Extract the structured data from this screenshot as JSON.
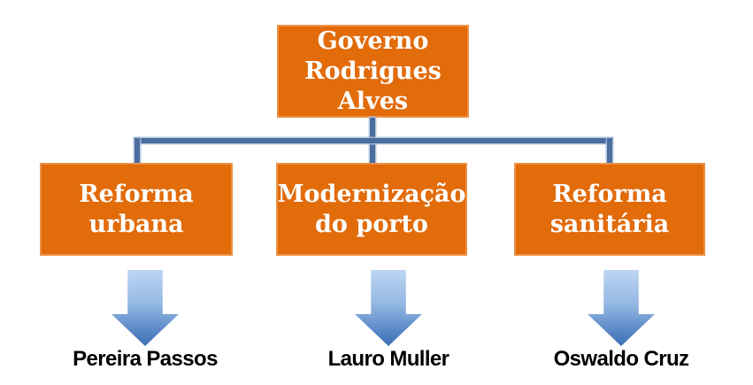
{
  "diagram": {
    "root": {
      "label": "Governo\nRodrigues\nAlves"
    },
    "branches": [
      {
        "label": "Reforma\nurbana",
        "person": "Pereira Passos"
      },
      {
        "label": "Modernização\ndo porto",
        "person": "Lauro Muller"
      },
      {
        "label": "Reforma\nsanitária",
        "person": "Oswaldo Cruz"
      }
    ],
    "colors": {
      "box_fill": "#e26b0a",
      "box_border": "#ec9247",
      "box_text": "#ffffff",
      "connector": "#4a6e9f",
      "connector_highlight": "#aabdd7",
      "arrow_gradient_top": "#bdd6f3",
      "arrow_gradient_bottom": "#3e6fb5",
      "arrow_outline": "#3a6ba5",
      "person_text": "#000000",
      "background": "#ffffff"
    }
  }
}
